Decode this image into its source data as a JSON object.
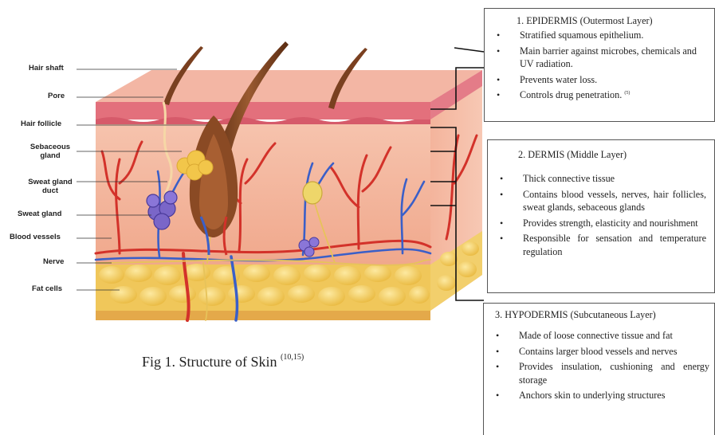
{
  "structure_labels": {
    "hair_shaft": "Hair shaft",
    "pore": "Pore",
    "hair_follicle": "Hair follicle",
    "sebaceous_gland": "Sebaceous gland",
    "sweat_gland_duct": "Sweat gland duct",
    "sweat_gland": "Sweat gland",
    "blood_vessels": "Blood vessels",
    "nerve": "Nerve",
    "fat_cells": "Fat cells"
  },
  "caption": {
    "text": "Fig 1. Structure of Skin",
    "refs": "(10,15)"
  },
  "epidermis": {
    "title": "1.    EPIDERMIS (Outermost Layer)",
    "items": [
      "Stratified squamous epithelium.",
      "Main barrier against microbes, chemicals and UV radiation.",
      "Prevents water loss.",
      "Controls drug penetration."
    ],
    "last_ref": "(5)"
  },
  "dermis": {
    "title": "2. DERMIS (Middle Layer)",
    "items": [
      "Thick connective tissue",
      "Contains blood vessels, nerves, hair follicles, sweat glands, sebaceous glands",
      "Provides strength, elasticity and nourishment",
      "Responsible for sensation and temperature regulation"
    ]
  },
  "hypodermis": {
    "title": "3. HYPODERMIS (Subcutaneous Layer)",
    "items": [
      "Made of loose connective tissue and fat",
      "Contains larger blood vessels and nerves",
      "Provides insulation, cushioning and energy storage",
      "Anchors skin to underlying structures"
    ]
  },
  "colors": {
    "epidermis_pink": "#e8808c",
    "dermis_peach": "#f4b8a0",
    "fat_yellow": "#f3cf63",
    "artery_red": "#d3322a",
    "vein_blue": "#3a5fc8",
    "hair_brown": "#7a4020",
    "sweat_gland_purple": "#7a66c8",
    "sebaceous_yellow": "#f2c64a"
  }
}
